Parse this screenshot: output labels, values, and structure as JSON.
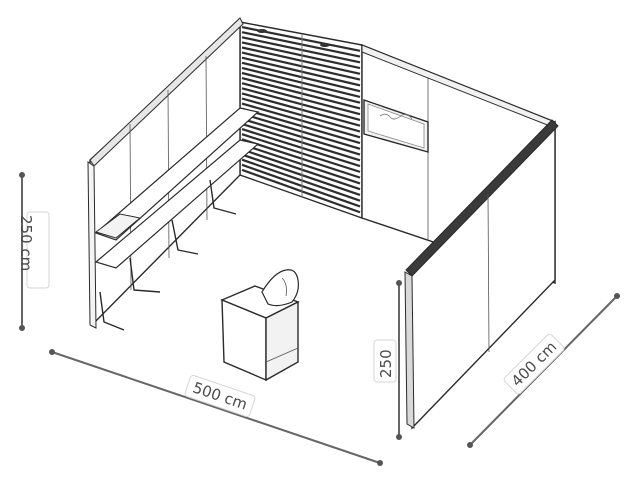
{
  "dimensions": {
    "height_left": "250 cm",
    "width_front": "500 cm",
    "height_right": "250",
    "depth_side": "400 cm"
  }
}
